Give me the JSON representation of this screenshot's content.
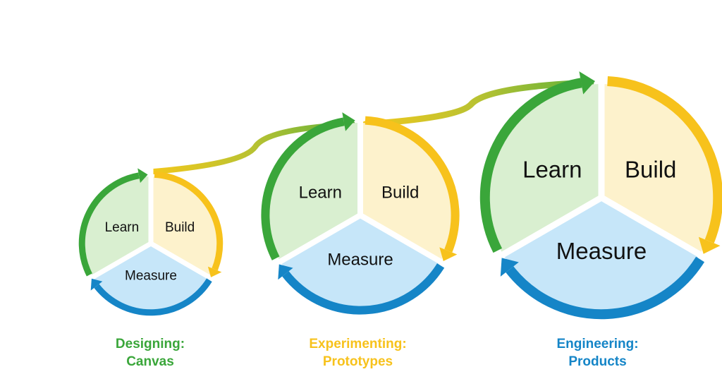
{
  "colors": {
    "green": "#3aa63a",
    "yellow": "#f7c21c",
    "blue": "#1585c7",
    "learn_fill": "#d9efd0",
    "build_fill": "#fdf2cc",
    "measure_fill": "#c6e6f9",
    "connector": "#9fbd2e"
  },
  "cycles": [
    {
      "learn": "Learn",
      "build": "Build",
      "measure": "Measure",
      "caption_line1": "Designing:",
      "caption_line2": "Canvas",
      "caption_color": "#3aa63a"
    },
    {
      "learn": "Learn",
      "build": "Build",
      "measure": "Measure",
      "caption_line1": "Experimenting:",
      "caption_line2": "Prototypes",
      "caption_color": "#f7c21c"
    },
    {
      "learn": "Learn",
      "build": "Build",
      "measure": "Measure",
      "caption_line1": "Engineering:",
      "caption_line2": "Products",
      "caption_color": "#1585c7"
    }
  ]
}
